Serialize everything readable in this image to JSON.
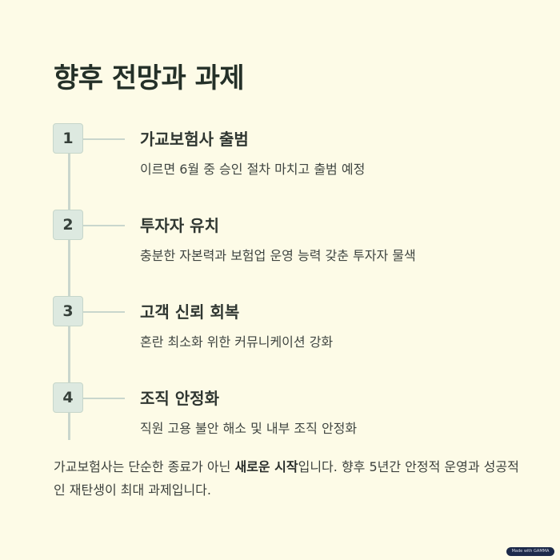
{
  "title": "향후 전망과 과제",
  "steps": [
    {
      "number": "1",
      "title": "가교보험사 출범",
      "description": "이르면 6월 중 승인 절차 마치고 출범 예정"
    },
    {
      "number": "2",
      "title": "투자자 유치",
      "description": "충분한 자본력과 보험업 운영 능력 갖춘 투자자 물색"
    },
    {
      "number": "3",
      "title": "고객 신뢰 회복",
      "description": "혼란 최소화 위한 커뮤니케이션 강화"
    },
    {
      "number": "4",
      "title": "조직 안정화",
      "description": "직원 고용 불안 해소 및 내부 조직 안정화"
    }
  ],
  "summary": {
    "part1": "가교보험사는 단순한 종료가 아닌 ",
    "highlight": "새로운 시작",
    "part2": "입니다. 향후 5년간 안정적 운영과 성공적인 재탄생이 최대 과제입니다."
  },
  "badge": {
    "text": "Made with GAMMA"
  }
}
